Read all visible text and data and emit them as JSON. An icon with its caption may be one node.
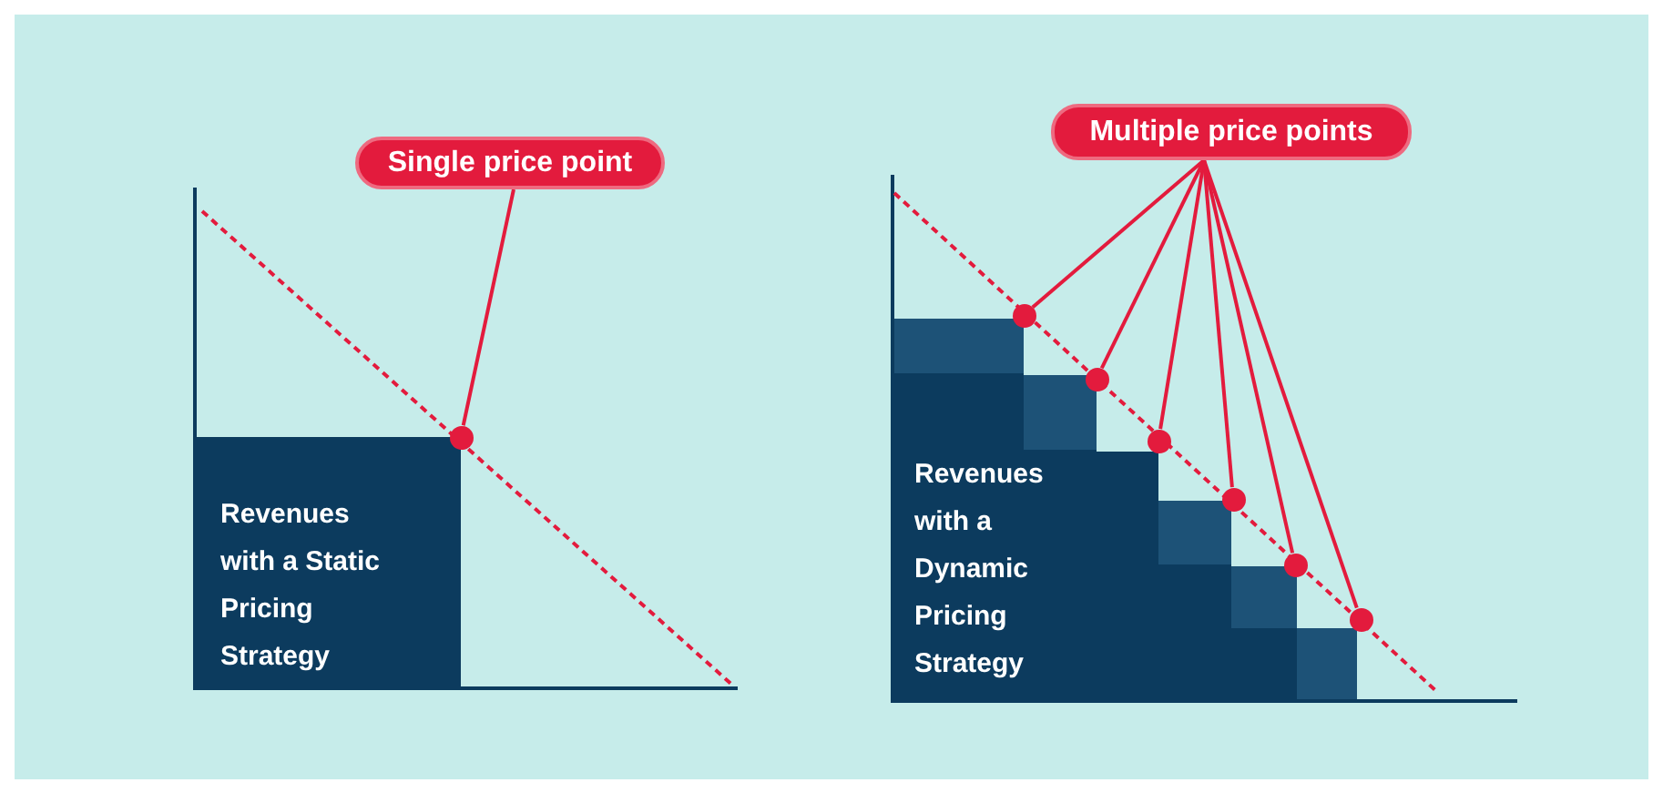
{
  "diagram": {
    "nodes": [
      {
        "text": [
          "Single price point"
        ]
      },
      {
        "text": [],
        "shape": "circle"
      },
      {
        "text": [
          "Revenues with a Static Pricing Strategy"
        ]
      },
      {
        "text": [
          "Multiple price points"
        ]
      },
      {
        "text": [],
        "shape": "circle"
      },
      {
        "text": [],
        "shape": "circle"
      },
      {
        "text": [],
        "shape": "circle"
      },
      {
        "text": [],
        "shape": "circle"
      },
      {
        "text": [],
        "shape": "circle"
      },
      {
        "text": [],
        "shape": "circle"
      },
      {
        "text": [
          "Revenues with a Dynamic Pricing Strategy"
        ]
      }
    ],
    "edges": [
      {
        "from": 0,
        "to": 1,
        "arrow": "none"
      },
      {
        "from": 3,
        "to": 4,
        "arrow": "none"
      },
      {
        "from": 3,
        "to": 5,
        "arrow": "none"
      },
      {
        "from": 3,
        "to": 6,
        "arrow": "none"
      },
      {
        "from": 3,
        "to": 7,
        "arrow": "none"
      },
      {
        "from": 3,
        "to": 8,
        "arrow": "none"
      },
      {
        "from": 3,
        "to": 9,
        "arrow": "none"
      }
    ]
  }
}
